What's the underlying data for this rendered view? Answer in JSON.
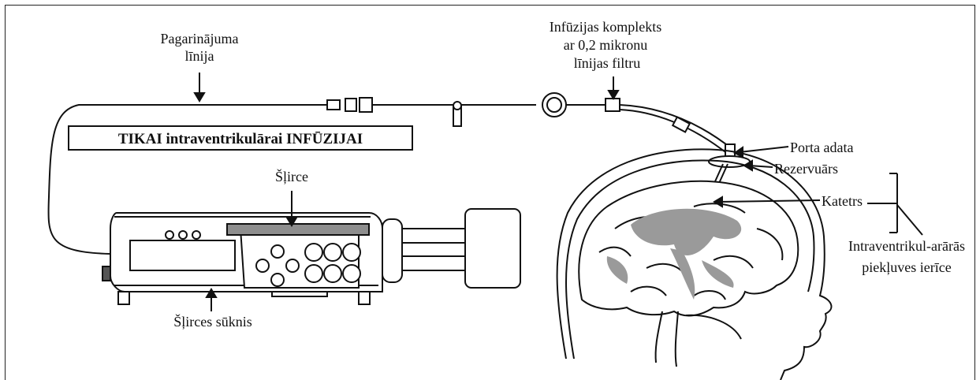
{
  "labels": {
    "extension_line": [
      "Pagarinājuma",
      "līnija"
    ],
    "infusion_set": [
      "Infūzijas komplekts",
      "ar 0,2 mikronu",
      "līnijas filtru"
    ],
    "banner": "TIKAI intraventrikulārai INFŪZIJAI",
    "syringe": "Šļirce",
    "syringe_pump": "Šļirces sūknis",
    "port_needle": "Porta adata",
    "reservoir": "Rezervuārs",
    "catheter": "Katetrs",
    "access_device": [
      "Intraventrikul-arārās",
      "piekļuves ierīce"
    ]
  },
  "colors": {
    "line": "#111111",
    "ventricle": "#9a9a9a",
    "pump_body": "#ffffff",
    "syringe_fill": "#8e8e8e"
  }
}
